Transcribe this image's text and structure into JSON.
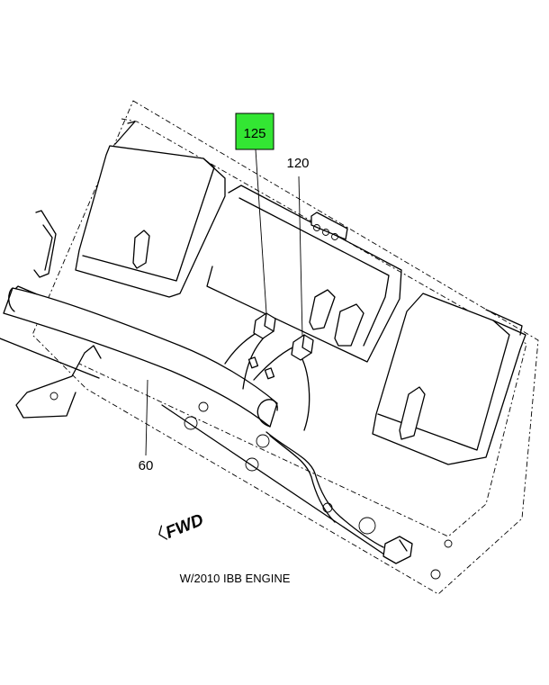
{
  "callouts": {
    "part_125": "125",
    "part_120": "120",
    "part_60": "60"
  },
  "highlight_color": "#33e633",
  "direction_label": "FWD",
  "caption": "W/2010 IBB ENGINE"
}
